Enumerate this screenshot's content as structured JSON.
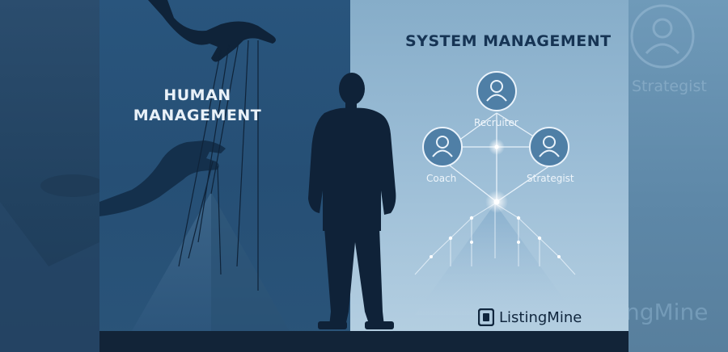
{
  "left_panel": {
    "title": "HUMAN MANAGEMENT"
  },
  "right_panel": {
    "title": "SYSTEM MANAGEMENT",
    "nodes": [
      {
        "label": "Recruiter",
        "icon": "person-icon"
      },
      {
        "label": "Coach",
        "icon": "person-icon"
      },
      {
        "label": "Strategist",
        "icon": "person-icon"
      }
    ]
  },
  "logo": {
    "text": "ListingMine",
    "icon": "listingmine-logo-icon"
  },
  "ghost": {
    "strategist": "Strategist",
    "brand": "ngMine"
  },
  "colors": {
    "left_bg": "#264f75",
    "right_bg": "#9bbdd6",
    "right_title": "#163454",
    "silhouette": "#0f2238",
    "node_fill": "#4f7fa6",
    "bottom_bar": "#122438"
  }
}
